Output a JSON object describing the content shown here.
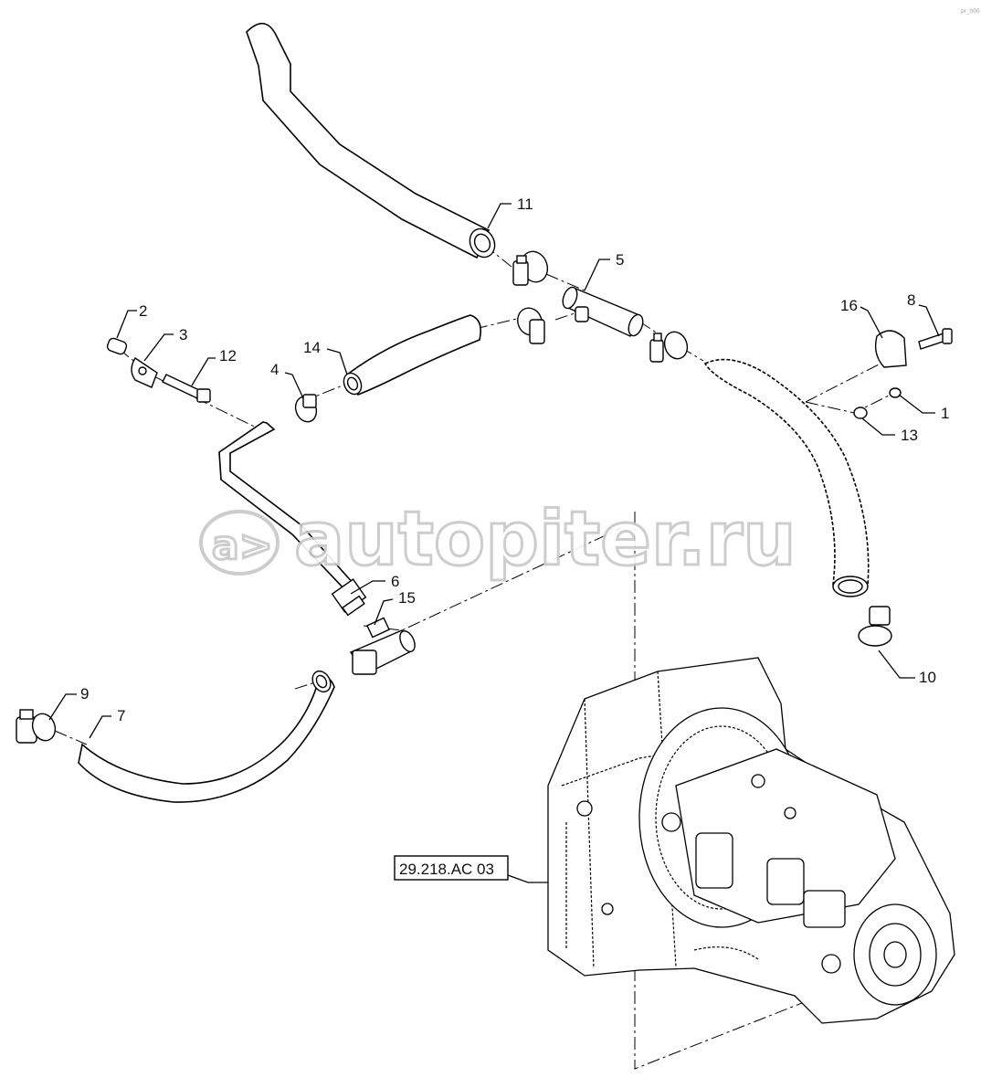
{
  "watermark": {
    "text": "autopiter.ru",
    "logo_glyph": "a>"
  },
  "corner_mark": "pr_000",
  "callouts": [
    {
      "id": "c1",
      "label": "1"
    },
    {
      "id": "c2",
      "label": "2"
    },
    {
      "id": "c3",
      "label": "3"
    },
    {
      "id": "c4",
      "label": "4"
    },
    {
      "id": "c5",
      "label": "5"
    },
    {
      "id": "c6",
      "label": "6"
    },
    {
      "id": "c7",
      "label": "7"
    },
    {
      "id": "c8",
      "label": "8"
    },
    {
      "id": "c9",
      "label": "9"
    },
    {
      "id": "c10",
      "label": "10"
    },
    {
      "id": "c11",
      "label": "11"
    },
    {
      "id": "c12",
      "label": "12"
    },
    {
      "id": "c13",
      "label": "13"
    },
    {
      "id": "c14",
      "label": "14"
    },
    {
      "id": "c15",
      "label": "15"
    },
    {
      "id": "c16",
      "label": "16"
    }
  ],
  "reference_label": "29.218.AC 03",
  "icons": [
    "hose-icon",
    "clamp-icon",
    "tee-fitting-icon",
    "hydraulic-pump-icon",
    "bolt-icon"
  ]
}
